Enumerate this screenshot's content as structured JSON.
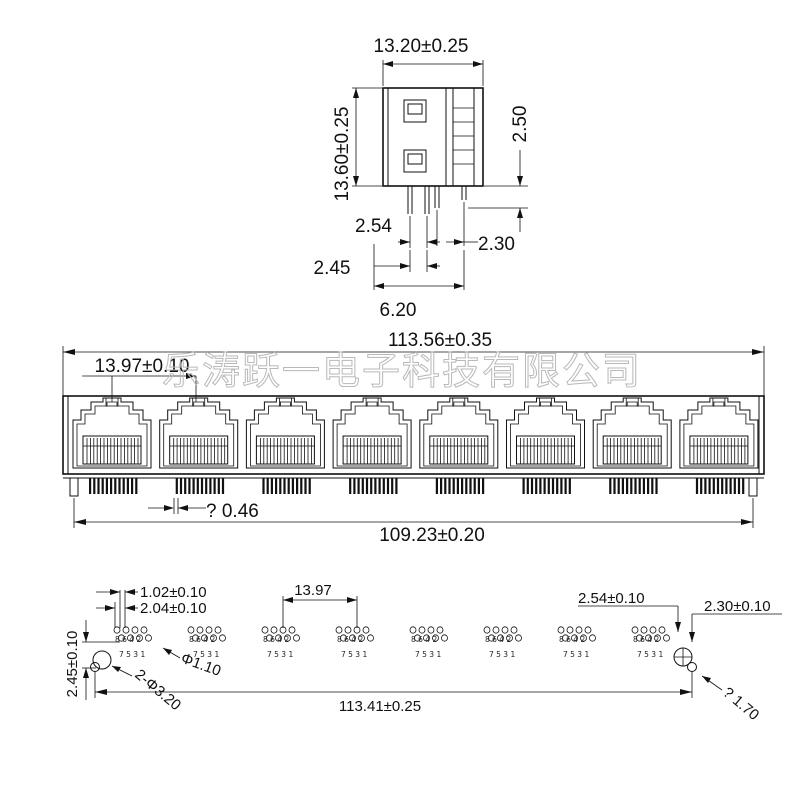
{
  "side_view": {
    "width_label": "13.20±0.25",
    "height_label": "13.60±0.25",
    "right_label": "2.50",
    "pin_pitch_label": "2.54",
    "pin_offset_label": "2.30",
    "pin_row_label": "2.45",
    "depth_label": "6.20"
  },
  "front_view": {
    "overall_width_label": "113.56±0.35",
    "port_pitch_label": "13.97±0.10",
    "pin_diameter_label": "? 0.46",
    "pin_span_label": "109.23±0.20",
    "port_count": 8
  },
  "footprint": {
    "pad_pitch_label": "1.02±0.10",
    "row_pitch_label": "2.04±0.10",
    "port_pitch_label": "13.97",
    "right_pitch_label": "2.54±0.10",
    "right_offset_label": "2.30±0.10",
    "vertical_label": "2.45±0.10",
    "pad_hole_label": "Φ1.10",
    "mount_hole_label": "2-Φ3.20",
    "overall_label": "113.41±0.25",
    "shield_hole_label": "? 1.70",
    "pin_top_row": "8 6 4 2",
    "pin_bottom_row": "7 5 3 1"
  },
  "watermark": "乐涛跃一电子科技有限公司"
}
